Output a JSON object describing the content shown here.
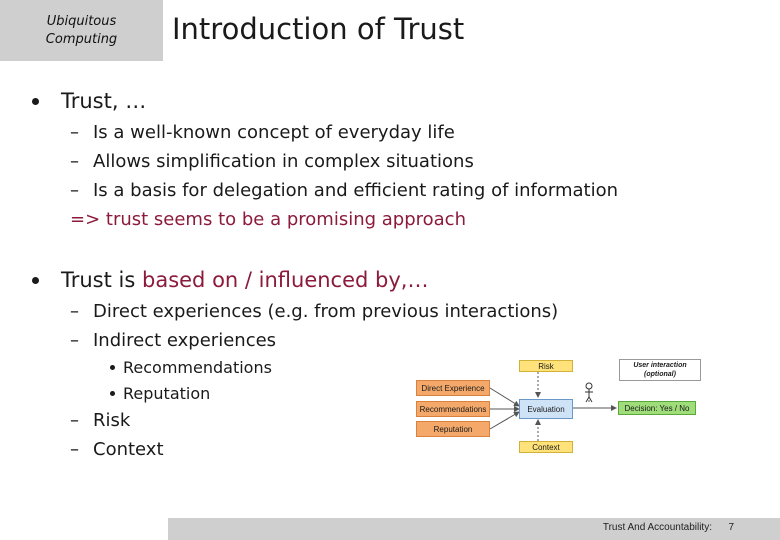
{
  "header": {
    "corner_line1": "Ubiquitous",
    "corner_line2": "Computing",
    "title": "Introduction of Trust"
  },
  "section1": {
    "bullet": "Trust, …",
    "items": [
      "Is a well-known concept of everyday life",
      "Allows simplification in complex situations",
      "Is a basis for delegation and efficient rating of information"
    ],
    "conclusion": "=> trust seems to be a promising approach"
  },
  "section2": {
    "bullet_prefix": "Trust is ",
    "bullet_accent": "based on / influenced by,…",
    "items": {
      "direct": "Direct experiences (e.g. from previous interactions)",
      "indirect": "Indirect experiences",
      "sub_recommendations": "Recommendations",
      "sub_reputation": "Reputation",
      "risk": "Risk",
      "context": "Context"
    }
  },
  "diagram": {
    "direct_experience": "Direct Experience",
    "recommendations": "Recommendations",
    "reputation": "Reputation",
    "risk": "Risk",
    "evaluation": "Evaluation",
    "context": "Context",
    "user_interaction": "User interaction",
    "optional": "(optional)",
    "decision": "Decision: Yes / No"
  },
  "footer": {
    "text": "Trust And Accountability:",
    "page": "7"
  }
}
